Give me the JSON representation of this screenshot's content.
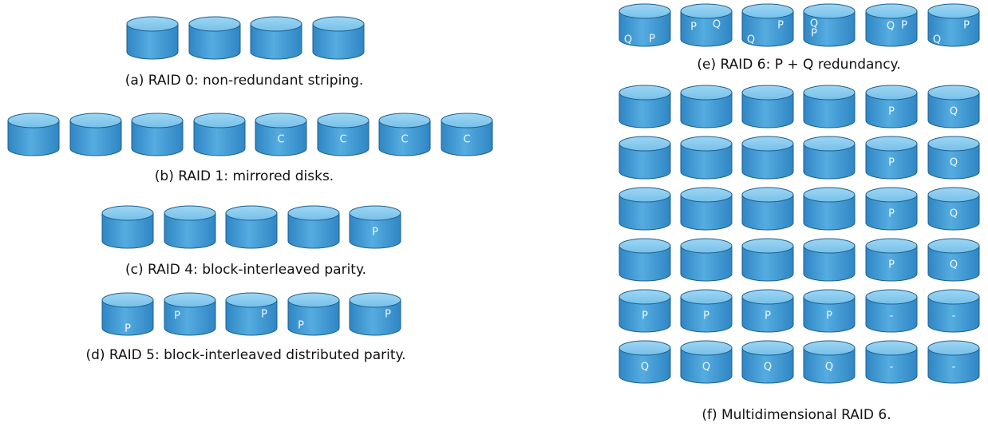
{
  "colors": {
    "disk_body": "#55ace0",
    "disk_body_dark": "#2f86c4",
    "disk_top": "#75c0ea",
    "disk_top_light": "#9fd6f3",
    "disk_outline": "#1d5f8f",
    "label_text": "#eef7fc",
    "caption_text": "#111111"
  },
  "diagrams": [
    {
      "id": "raid0",
      "caption": "(a) RAID 0: non-redundant striping.",
      "disks": [
        {
          "marks": []
        },
        {
          "marks": []
        },
        {
          "marks": []
        },
        {
          "marks": []
        }
      ]
    },
    {
      "id": "raid1",
      "caption": "(b) RAID 1: mirrored disks.",
      "disks": [
        {
          "marks": []
        },
        {
          "marks": []
        },
        {
          "marks": []
        },
        {
          "marks": []
        },
        {
          "marks": [
            {
              "text": "C",
              "pos": "center"
            }
          ]
        },
        {
          "marks": [
            {
              "text": "C",
              "pos": "center"
            }
          ]
        },
        {
          "marks": [
            {
              "text": "C",
              "pos": "center"
            }
          ]
        },
        {
          "marks": [
            {
              "text": "C",
              "pos": "center"
            }
          ]
        }
      ]
    },
    {
      "id": "raid4",
      "caption": "(c) RAID 4: block-interleaved parity.",
      "disks": [
        {
          "marks": []
        },
        {
          "marks": []
        },
        {
          "marks": []
        },
        {
          "marks": []
        },
        {
          "marks": [
            {
              "text": "P",
              "pos": "center"
            }
          ]
        }
      ]
    },
    {
      "id": "raid5",
      "caption": "(d) RAID 5: block-interleaved distributed parity.",
      "disks": [
        {
          "marks": [
            {
              "text": "P",
              "pos": "bottom-center"
            }
          ]
        },
        {
          "marks": [
            {
              "text": "P",
              "pos": "upper-left"
            }
          ]
        },
        {
          "marks": [
            {
              "text": "P",
              "pos": "upper-right"
            }
          ]
        },
        {
          "marks": [
            {
              "text": "P",
              "pos": "lower-left"
            }
          ]
        },
        {
          "marks": [
            {
              "text": "P",
              "pos": "upper-right"
            }
          ]
        }
      ]
    },
    {
      "id": "raid6",
      "caption": "(e) RAID 6: P + Q redundancy.",
      "disks": [
        {
          "marks": [
            {
              "text": "Q",
              "pos": "bottom-left"
            },
            {
              "text": "P",
              "pos": "bottom-right"
            }
          ]
        },
        {
          "marks": [
            {
              "text": "P",
              "pos": "upper-left"
            },
            {
              "text": "Q",
              "pos": "top-right"
            }
          ]
        },
        {
          "marks": [
            {
              "text": "Q",
              "pos": "bottom-left"
            },
            {
              "text": "P",
              "pos": "upper-right"
            }
          ]
        },
        {
          "marks": [
            {
              "text": "Q",
              "pos": "top-left"
            },
            {
              "text": "P",
              "pos": "mid-left"
            }
          ]
        },
        {
          "marks": [
            {
              "text": "Q",
              "pos": "upper-center"
            },
            {
              "text": "P",
              "pos": "upper-right"
            }
          ]
        },
        {
          "marks": [
            {
              "text": "Q",
              "pos": "bottom-left"
            },
            {
              "text": "P",
              "pos": "upper-right"
            }
          ]
        }
      ]
    },
    {
      "id": "raid6md",
      "caption": "(f) Multidimensional RAID 6.",
      "rows": [
        [
          "",
          "",
          "",
          "",
          "P",
          "Q"
        ],
        [
          "",
          "",
          "",
          "",
          "P",
          "Q"
        ],
        [
          "",
          "",
          "",
          "",
          "P",
          "Q"
        ],
        [
          "",
          "",
          "",
          "",
          "P",
          "Q"
        ],
        [
          "P",
          "P",
          "P",
          "P",
          "-",
          "-"
        ],
        [
          "Q",
          "Q",
          "Q",
          "Q",
          "-",
          "-"
        ]
      ]
    }
  ]
}
